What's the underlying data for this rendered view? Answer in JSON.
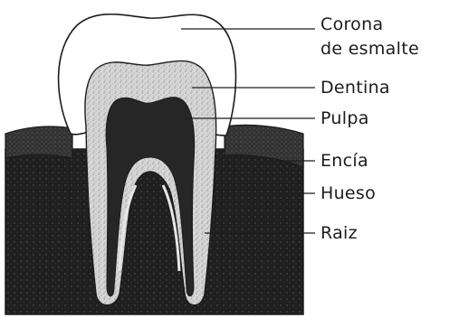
{
  "labels": {
    "corona_line1": "Corona",
    "corona_line2": "de esmalte",
    "dentina": "Dentina",
    "pulpa": "Pulpa",
    "encia": "Encía",
    "hueso": "Hueso",
    "raiz": "Raiz"
  },
  "colors": {
    "background": "#ffffff",
    "enamel": "#ffffff",
    "dentin": "#d8d8d8",
    "pulp": "#262626",
    "gum": "#3a3a3a",
    "bone": "#1e1e1e",
    "outline": "#1c1c1c",
    "text": "#1c1c1c"
  }
}
